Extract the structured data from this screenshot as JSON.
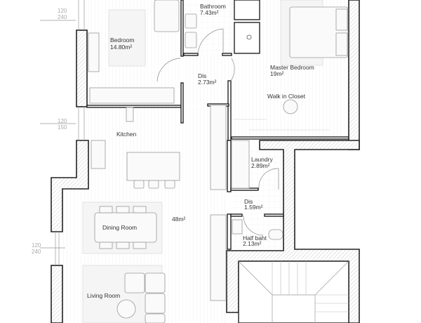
{
  "rooms": {
    "bedroom": {
      "name": "Bedroom",
      "area": "14.80m²"
    },
    "bathroom": {
      "name": "Bathroom",
      "area": "7.43m²"
    },
    "dis1": {
      "name": "Dis",
      "area": "2.73m²"
    },
    "master": {
      "name": "Master Bedroom",
      "area": "19m²"
    },
    "closet": {
      "name": "Walk in Closet"
    },
    "kitchen": {
      "name": "Kitchen"
    },
    "laundry": {
      "name": "Laundry",
      "area": "2.89m²"
    },
    "dis2": {
      "name": "Dis",
      "area": "1.59m²"
    },
    "halfbath": {
      "name": "Half baht",
      "area": "2.13m²"
    },
    "dining": {
      "name": "Dining Room"
    },
    "living": {
      "name": "Living Room"
    },
    "open_area": "48m²"
  },
  "windows": [
    {
      "a": "120",
      "b": "240"
    },
    {
      "a": "120",
      "b": "150"
    },
    {
      "a": "120",
      "b": "240"
    }
  ]
}
